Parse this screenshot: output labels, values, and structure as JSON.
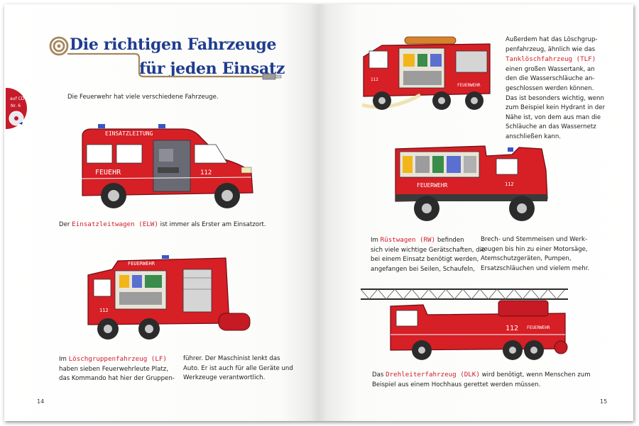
{
  "left_page": {
    "title_line1": "Die richtigen Fahrzeuge",
    "title_line2": "für jeden Einsatz",
    "cd_badge": {
      "line1": "auf CD",
      "line2": "Nr. 6"
    },
    "intro": "Die Feuerwehr hat viele verschiedene Fahrzeuge.",
    "elw": {
      "prefix": "Der ",
      "term": "Einsatzleitwagen (ELW)",
      "suffix": " ist immer als Erster am Einsatzort."
    },
    "lf": {
      "term": "Löschgruppenfahrzeug (LF)",
      "col1_line2": "haben sieben Feuerwehrleute Platz,",
      "col1_line3": "das Kommando hat hier der Gruppen-",
      "col2_line1": "führer. Der Maschinist lenkt das",
      "col2_line2": "Auto. Er ist auch für alle Geräte und",
      "col2_line3": "Werkzeuge verantwortlich."
    },
    "prep_im": "Im ",
    "page_number": "14",
    "vehicle_labels": {
      "elw_roof": "EINSATZLEITUNG",
      "elw_side": "FEUEHR",
      "elw_number": "112",
      "lf_top": "FEUERWEHR",
      "lf_number": "112"
    }
  },
  "right_page": {
    "tlf": {
      "line1": "Außerdem hat das Löschgrup-",
      "line2": "penfahrzeug, ähnlich wie das",
      "term": "Tanklöschfahrzeug (TLF)",
      "line4": "einen großen Wassertank, an",
      "line5": "den die Wasserschläuche an-",
      "line6": "geschlossen werden können.",
      "line7": "Das ist besonders wichtig, wenn",
      "line8": "zum Beispiel kein Hydrant in der",
      "line9": "Nähe ist, von dem aus man die",
      "line10": "Schläuche an das Wassernetz",
      "line11": "anschließen kann."
    },
    "rw": {
      "prefix": "Im ",
      "term": "Rüstwagen (RW)",
      "line1_suffix": " befinden",
      "line2": "sich viele wichtige Gerätschaften, die",
      "line3": "bei einem Einsatz benötigt werden,",
      "line4": "angefangen bei Seilen, Schaufeln,",
      "col2_line1": "Brech- und Stemmeisen und Werk-",
      "col2_line2": "zeugen bis hin zu einer Motorsäge,",
      "col2_line3": "Atemschutzgeräten, Pumpen,",
      "col2_line4": "Ersatzschläuchen und vielem mehr."
    },
    "dlk": {
      "prefix": "Das ",
      "term": "Drehleiterfahrzeug (DLK)",
      "line1_suffix": " wird benötigt, wenn Menschen zum",
      "line2": "Beispiel aus einem Hochhaus gerettet werden müssen."
    },
    "page_number": "15",
    "vehicle_labels": {
      "tlf_number": "112",
      "tlf_side": "FEUERWEHR",
      "rw_side": "FEUERWEHR",
      "rw_number": "112",
      "dlk_number": "112",
      "dlk_side": "FEUERWEHR"
    }
  }
}
